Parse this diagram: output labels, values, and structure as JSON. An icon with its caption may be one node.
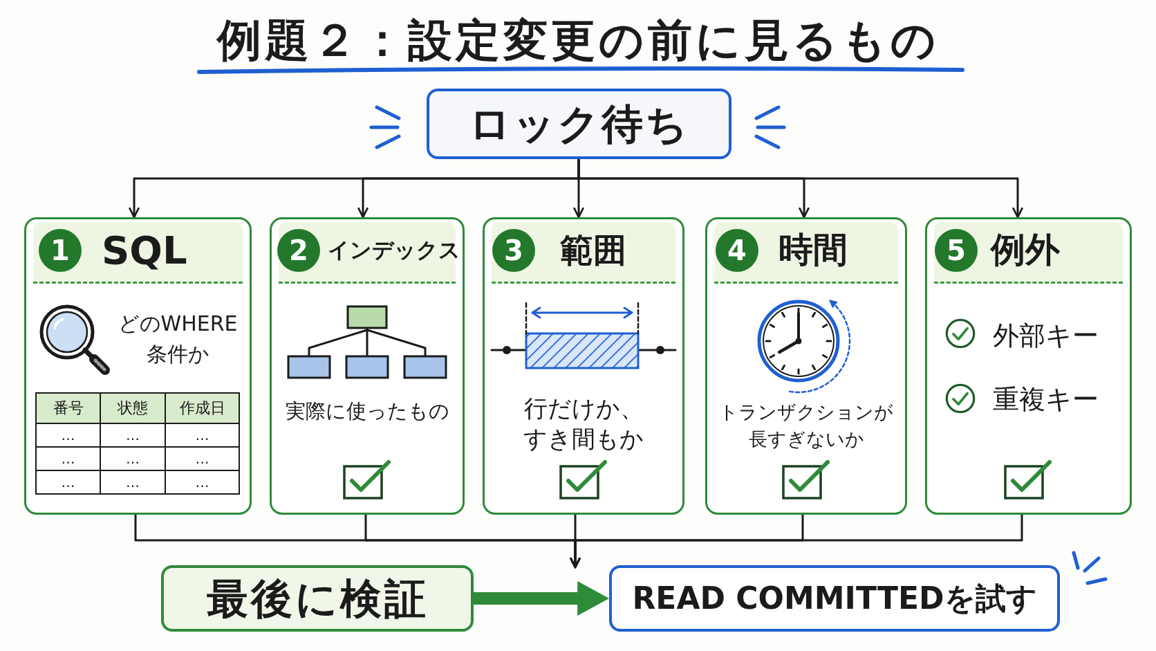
{
  "diagram": {
    "title": "例題２：設定変更の前に見るもの",
    "nodes": [
      {
        "text": [
          "ロック待ち"
        ]
      },
      {
        "text": [
          "1",
          "SQL",
          "どのWHERE条件か"
        ]
      },
      {
        "text": [
          "2",
          "インデックス",
          "実際に使ったもの"
        ]
      },
      {
        "text": [
          "3",
          "範囲",
          "行だけか、すき間もか"
        ]
      },
      {
        "text": [
          "4",
          "時間",
          "トランザクションが長すぎないか"
        ]
      },
      {
        "text": [
          "5",
          "例外",
          "外部キー",
          "重複キー"
        ]
      },
      {
        "text": [
          "最後に検証"
        ]
      },
      {
        "text": [
          "READ COMMITTEDを試す"
        ]
      }
    ],
    "edges": [
      {
        "from": 0,
        "to": 1,
        "arrow": "to"
      },
      {
        "from": 0,
        "to": 2,
        "arrow": "to"
      },
      {
        "from": 0,
        "to": 3,
        "arrow": "to"
      },
      {
        "from": 0,
        "to": 4,
        "arrow": "to"
      },
      {
        "from": 0,
        "to": 5,
        "arrow": "to"
      },
      {
        "from": 1,
        "to": null,
        "arrow": "to"
      },
      {
        "from": 2,
        "to": null,
        "arrow": "to"
      },
      {
        "from": 3,
        "to": null,
        "arrow": "to"
      },
      {
        "from": 4,
        "to": null,
        "arrow": "to"
      },
      {
        "from": 5,
        "to": null,
        "arrow": "to"
      },
      {
        "from": 6,
        "to": 7,
        "arrow": "to",
        "style": "thick",
        "color": "#2e8b3a"
      }
    ],
    "labels": [
      "番号",
      "状態",
      "作成日",
      "…",
      "…",
      "…",
      "…",
      "…",
      "…",
      "…",
      "…",
      "…"
    ]
  }
}
